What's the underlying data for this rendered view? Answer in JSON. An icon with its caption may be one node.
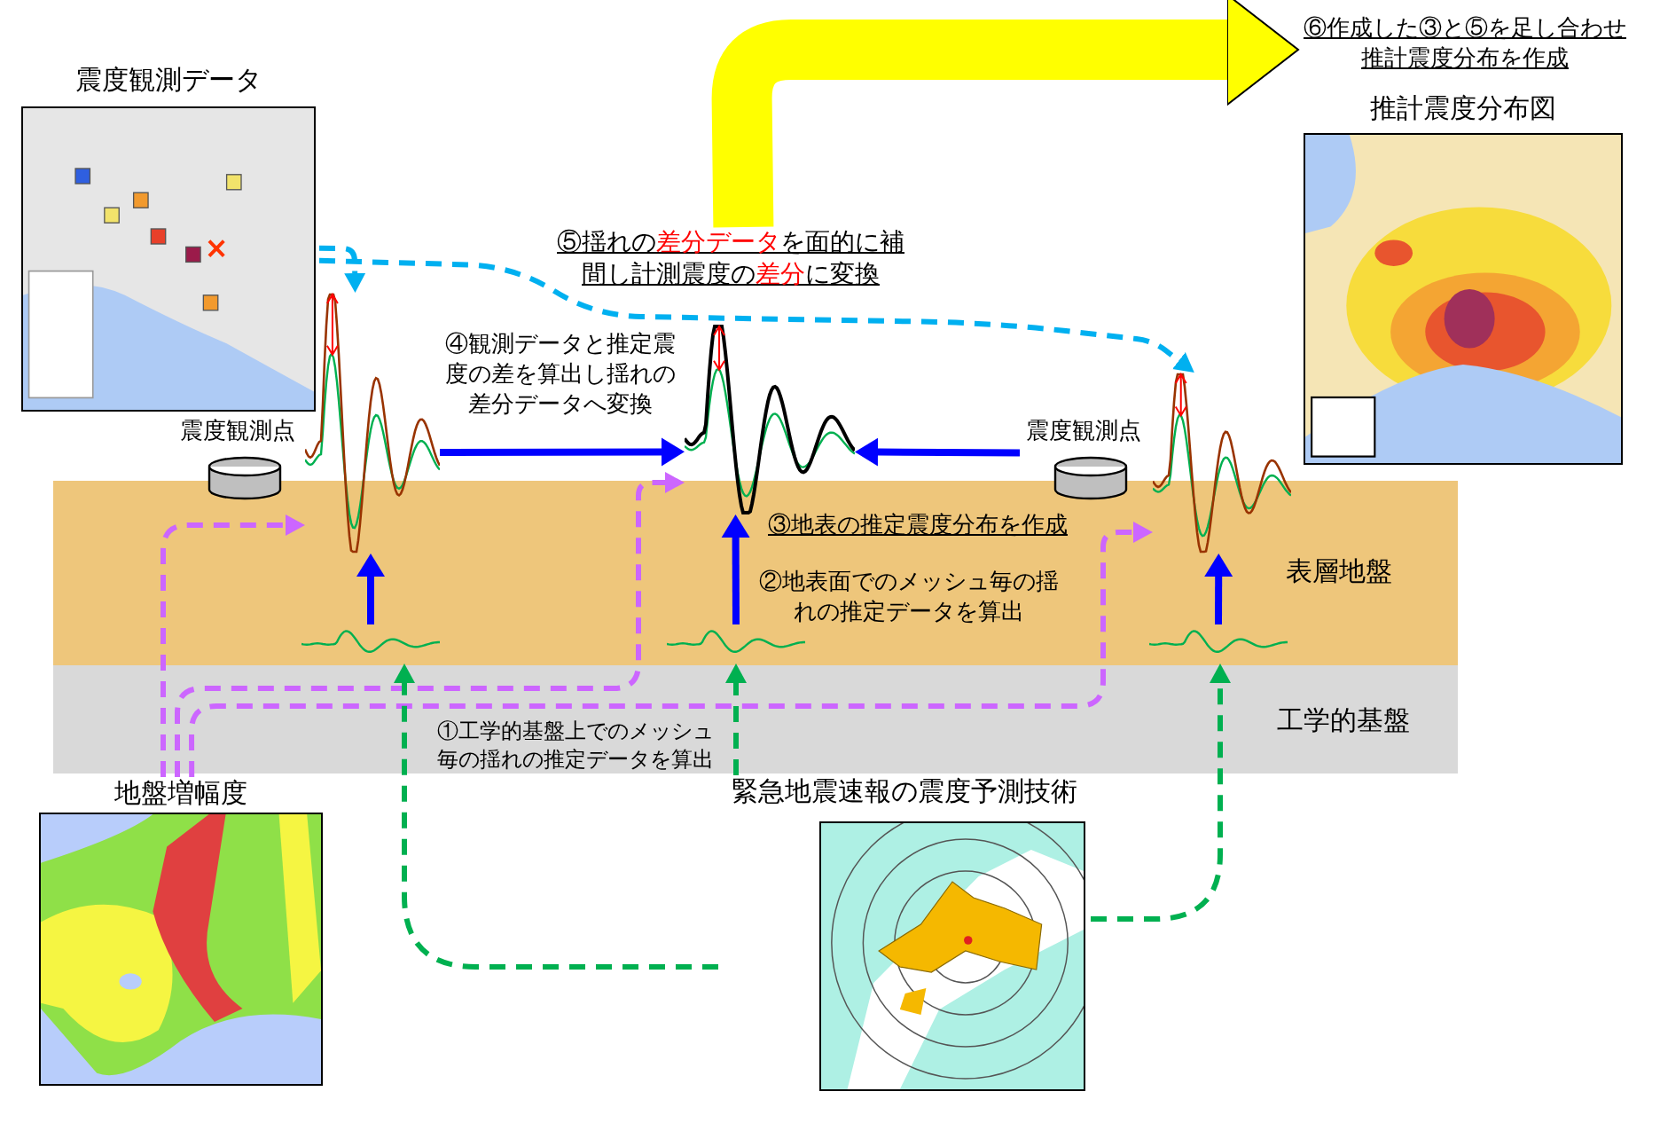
{
  "diagram": {
    "nodes": [
      {
        "text": [
          "震度観測データ"
        ]
      },
      {
        "text": [
          "⑥作成した③と⑤を足し合わせ推計震度分布を作成"
        ]
      },
      {
        "text": [
          "推計震度分布図"
        ]
      },
      {
        "text": [
          "⑤揺れの**差分データ**を面的に補間し計測震度の**差分**に変換"
        ]
      },
      {
        "text": [
          "④観測データと推定震度の差を算出し揺れの差分データへ変換"
        ]
      },
      {
        "text": [
          "震度観測点"
        ]
      },
      {
        "text": [
          "震度観測点"
        ]
      },
      {
        "text": [],
        "shape": "picture"
      },
      {
        "text": [],
        "shape": "picture"
      },
      {
        "text": [],
        "shape": "picture"
      },
      {
        "text": [
          "表層地盤"
        ]
      },
      {
        "text": [
          "③地表の推定震度分布を作成"
        ],
        "in": 10
      },
      {
        "text": [
          "②地表面でのメッシュ毎の揺れの推定データを算出"
        ],
        "in": 10
      },
      {
        "text": [
          "工学的基盤"
        ]
      },
      {
        "text": [
          "①工学的基盤上でのメッシュ毎の揺れの推定データを算出"
        ],
        "in": 13
      },
      {
        "text": [],
        "shape": "picture",
        "in": 10
      },
      {
        "text": [],
        "shape": "picture",
        "in": 10
      },
      {
        "text": [],
        "shape": "picture",
        "in": 10
      },
      {
        "text": [
          "地盤増幅度"
        ]
      },
      {
        "text": [
          "緊急地震速報の震度予測技術"
        ]
      }
    ],
    "edges": [
      {
        "from": 3,
        "to": 1,
        "arrow": "to",
        "style": "thick",
        "color": "#ffff00"
      },
      {
        "from": 0,
        "to": 7,
        "arrow": "to",
        "style": "dashed",
        "color": "#00b0f0"
      },
      {
        "from": 0,
        "to": 9,
        "arrow": "to",
        "style": "dashed",
        "color": "#00b0f0"
      },
      {
        "from": 7,
        "to": 8,
        "arrow": "to"
      },
      {
        "from": 6,
        "to": 8,
        "arrow": "to"
      },
      {
        "from": 15,
        "to": 7,
        "arrow": "to"
      },
      {
        "from": 16,
        "to": 8,
        "arrow": "to"
      },
      {
        "from": 17,
        "to": 9,
        "arrow": "to"
      },
      {
        "from": 18,
        "to": 7,
        "arrow": "to",
        "style": "dashed",
        "color": "#cc66ff"
      },
      {
        "from": 18,
        "to": 8,
        "arrow": "to",
        "style": "dashed",
        "color": "#cc66ff"
      },
      {
        "from": 18,
        "to": 9,
        "arrow": "to",
        "style": "dashed",
        "color": "#cc66ff"
      },
      {
        "from": 19,
        "to": 15,
        "arrow": "to",
        "style": "dashed",
        "color": "#00b050"
      },
      {
        "from": 19,
        "to": 16,
        "arrow": "to",
        "style": "dashed",
        "color": "#00b050"
      },
      {
        "from": 19,
        "to": 17,
        "arrow": "to",
        "style": "dashed",
        "color": "#00b050"
      }
    ]
  }
}
